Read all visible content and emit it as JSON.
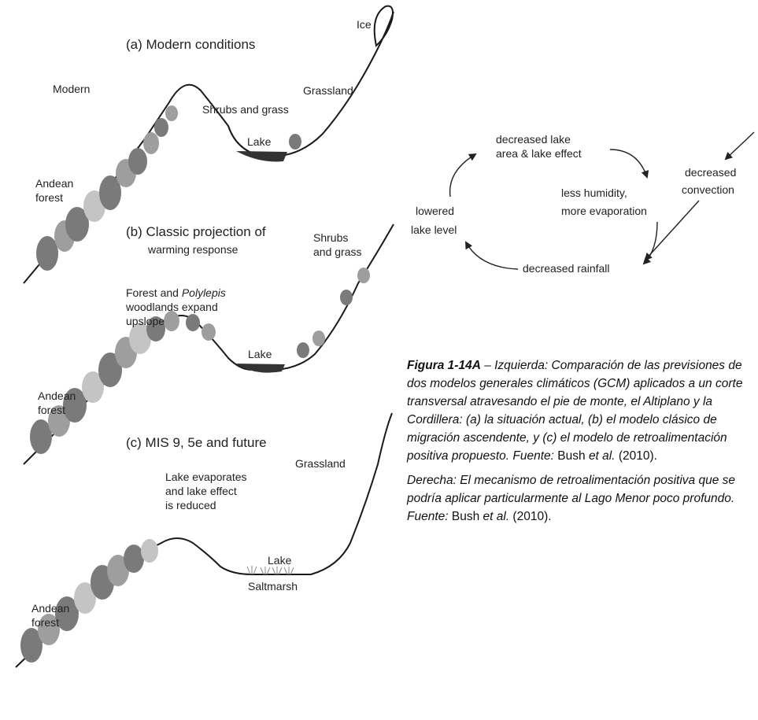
{
  "panel_a": {
    "heading": "(a) Modern conditions",
    "modern": "Modern",
    "ice": "Ice",
    "grassland": "Grassland",
    "shrubs": "Shrubs and grass",
    "lake": "Lake",
    "forest_line1": "Andean",
    "forest_line2": "forest"
  },
  "panel_b": {
    "heading_line1": "(b) Classic projection of",
    "heading_line2": "warming response",
    "shrubs_line1": "Shrubs",
    "shrubs_line2": "and grass",
    "expand_line1_pre": "Forest and ",
    "expand_line1_italic": "Polylepis",
    "expand_line2": "woodlands expand",
    "expand_line3": "upslope",
    "lake": "Lake",
    "forest_line1": "Andean",
    "forest_line2": "forest"
  },
  "panel_c": {
    "heading": "(c) MIS 9, 5e and future",
    "grassland": "Grassland",
    "evap_line1": "Lake evaporates",
    "evap_line2": "and lake effect",
    "evap_line3": "is reduced",
    "lake": "Lake",
    "saltmarsh": "Saltmarsh",
    "forest_line1": "Andean",
    "forest_line2": "forest"
  },
  "feedback": {
    "decreased_lake_line1": "decreased lake",
    "decreased_lake_line2": "area & lake effect",
    "decreased_convection_line1": "decreased",
    "decreased_convection_line2": "convection",
    "humidity_line1": "less humidity,",
    "humidity_line2": "more evaporation",
    "lowered_line1": "lowered",
    "lowered_line2": "lake level",
    "rainfall": "decreased rainfall"
  },
  "caption": {
    "p1_bold": "Figura 1-14A",
    "p1_text": " – Izquierda: Comparación de las previsiones de dos modelos generales climáticos (GCM) aplicados a un corte transversal atravesando el pie de monte, el Altiplano y la Cordillera: (a) la situación actual, (b) el modelo clásico de migración ascendente, y (c) el modelo de retroalimentación positiva propuesto. Fuente:",
    "p1_source": " Bush ",
    "p1_etal": "et al.",
    "p1_year": " (2010).",
    "p2_text": "Derecha: El mecanismo de retroalimentación positiva que se podría aplicar particularmente al Lago Menor poco profundo. Fuente:",
    "p2_source": " Bush ",
    "p2_etal": "et al.",
    "p2_year": " (2010)."
  },
  "colors": {
    "canopy_dark": "#7a7a7a",
    "canopy_mid": "#9e9e9e",
    "canopy_light": "#c4c4c4",
    "lake_fill": "#333333"
  }
}
